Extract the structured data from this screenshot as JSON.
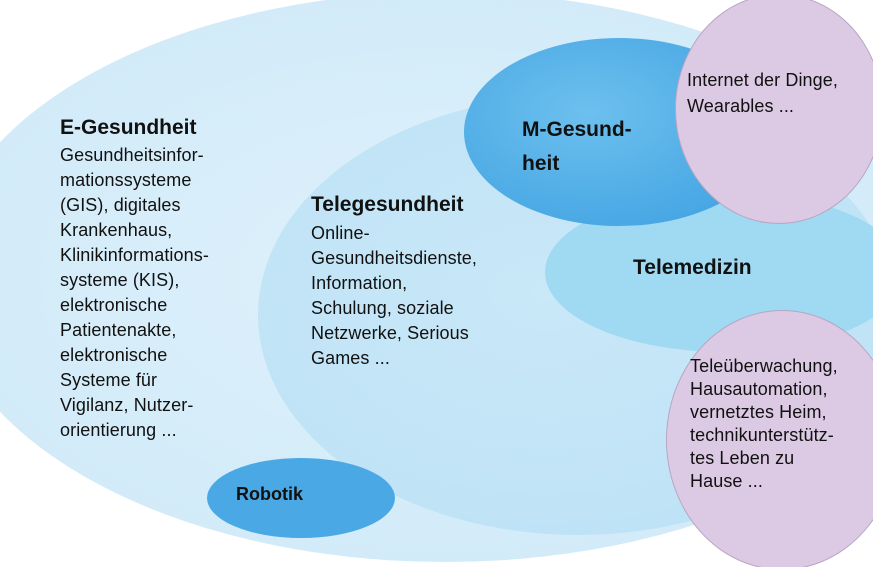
{
  "diagram": {
    "e_gesundheit": {
      "title": "E-Gesundheit",
      "text": "Gesundheitsinfor-\nmationssysteme\n(GIS), digitales\nKrankenhaus,\nKlinikinformations-\nsysteme (KIS),\nelektronische\nPatientenakte,\nelektronische\nSysteme für\nVigilanz, Nutzer-\norientierung ..."
    },
    "telegesundheit": {
      "title": "Telegesundheit",
      "text": "Online-\nGesundheitsdienste,\nInformation,\nSchulung, soziale\nNetzwerke, Serious\nGames ..."
    },
    "m_gesundheit": {
      "title": "M-Gesund-\nheit"
    },
    "telemedizin": {
      "title": "Telemedizin"
    },
    "robotik": {
      "title": "Robotik"
    },
    "internet_der_dinge": {
      "text": "Internet der Dinge,\nWearables ..."
    },
    "teleueberwachung": {
      "text": "Teleüberwachung,\nHausautomation,\nvernetztes Heim,\ntechnikunterstütz-\ntes Leben zu\nHause ..."
    }
  },
  "colors": {
    "outer_fill": "#d4ecf9",
    "tele_fill": "#bfe3f6",
    "telemedizin_fill": "#9fd9f2",
    "m_gesundheit_fill": "#4aa8e4",
    "robotik_fill": "#4aa8e4",
    "lavender_fill": "#dcc9e4"
  }
}
